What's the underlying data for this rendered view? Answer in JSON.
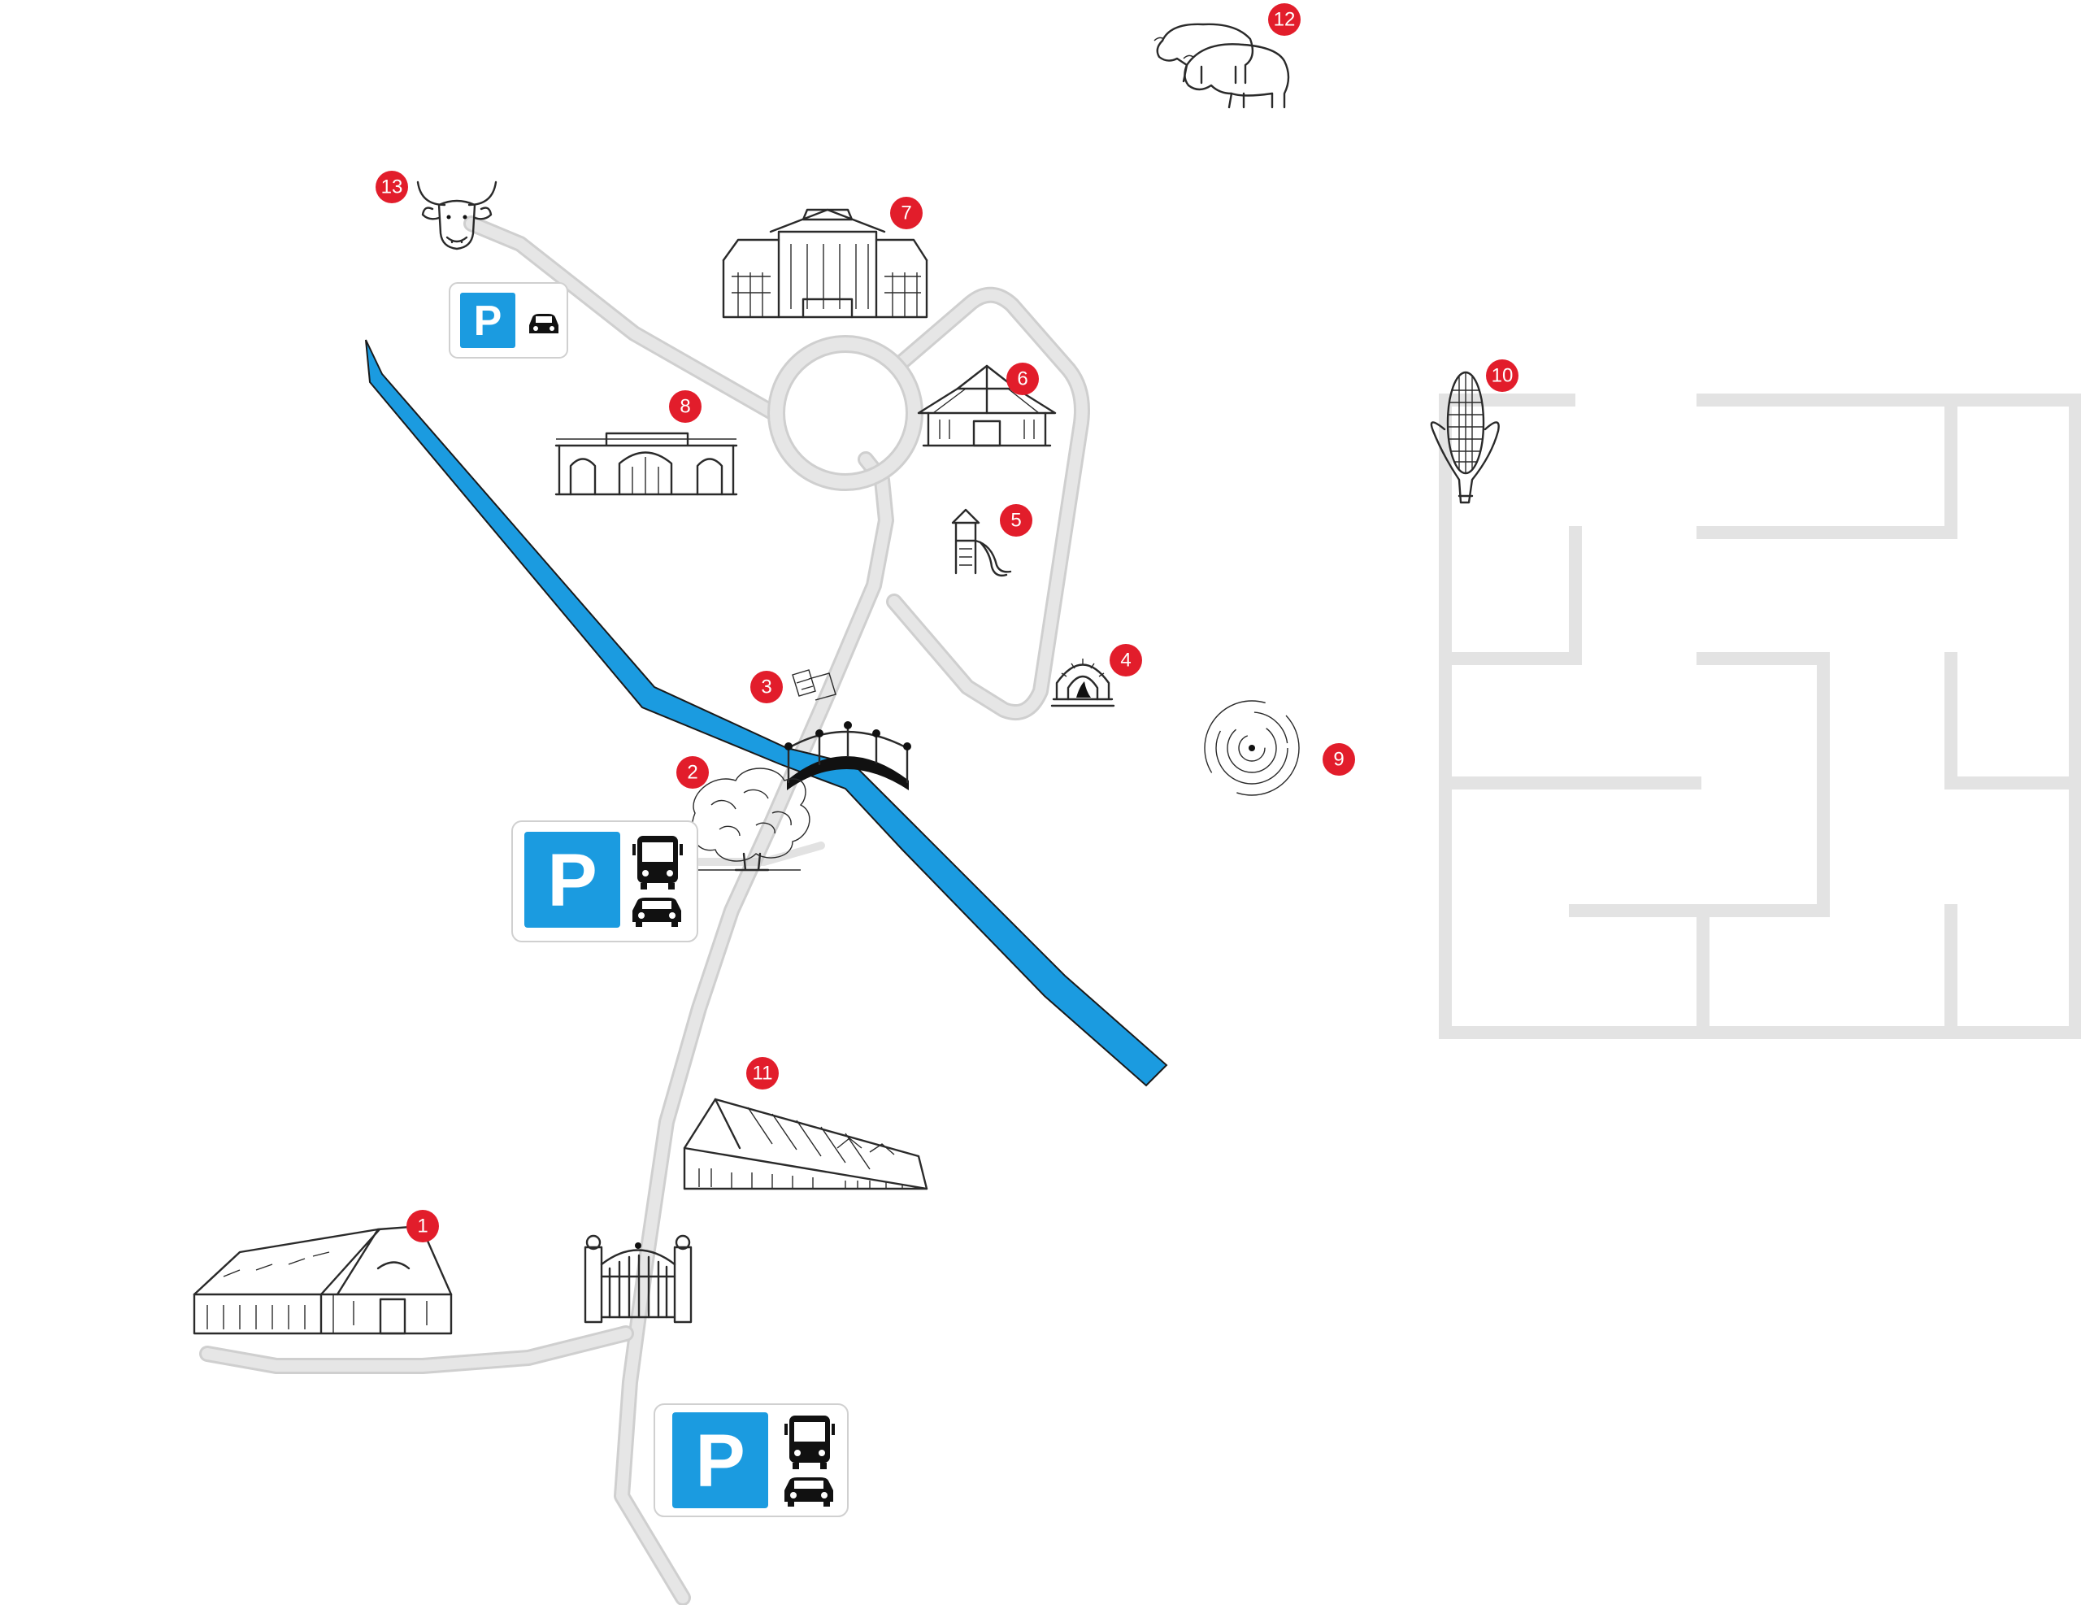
{
  "colors": {
    "river": "#1b9be0",
    "river_outline": "#1a1a1a",
    "road": "#cfcfcf",
    "marker": "#e21d2b",
    "parking": "#1b9be0",
    "maze_wall": "#e3e3e3"
  },
  "map": {
    "points_of_interest": [
      {
        "number": "1",
        "icon": "manor-house-icon"
      },
      {
        "number": "2",
        "icon": "oak-tree-icon"
      },
      {
        "number": "3",
        "icon": "tickets-icon"
      },
      {
        "number": "4",
        "icon": "bread-oven-icon"
      },
      {
        "number": "5",
        "icon": "playground-slide-icon"
      },
      {
        "number": "6",
        "icon": "pavilion-icon"
      },
      {
        "number": "7",
        "icon": "palace-icon"
      },
      {
        "number": "8",
        "icon": "orangery-icon"
      },
      {
        "number": "9",
        "icon": "maze-icon"
      },
      {
        "number": "10",
        "icon": "corn-icon"
      },
      {
        "number": "11",
        "icon": "barn-icon"
      },
      {
        "number": "12",
        "icon": "bison-icon"
      },
      {
        "number": "13",
        "icon": "ox-head-icon"
      }
    ],
    "parking": [
      {
        "letter": "P",
        "vehicles": [
          "car-icon"
        ]
      },
      {
        "letter": "P",
        "vehicles": [
          "bus-icon",
          "car-icon"
        ]
      },
      {
        "letter": "P",
        "vehicles": [
          "bus-icon",
          "car-icon"
        ]
      }
    ],
    "landmarks": [
      "bridge-icon",
      "entrance-gate-icon"
    ]
  }
}
